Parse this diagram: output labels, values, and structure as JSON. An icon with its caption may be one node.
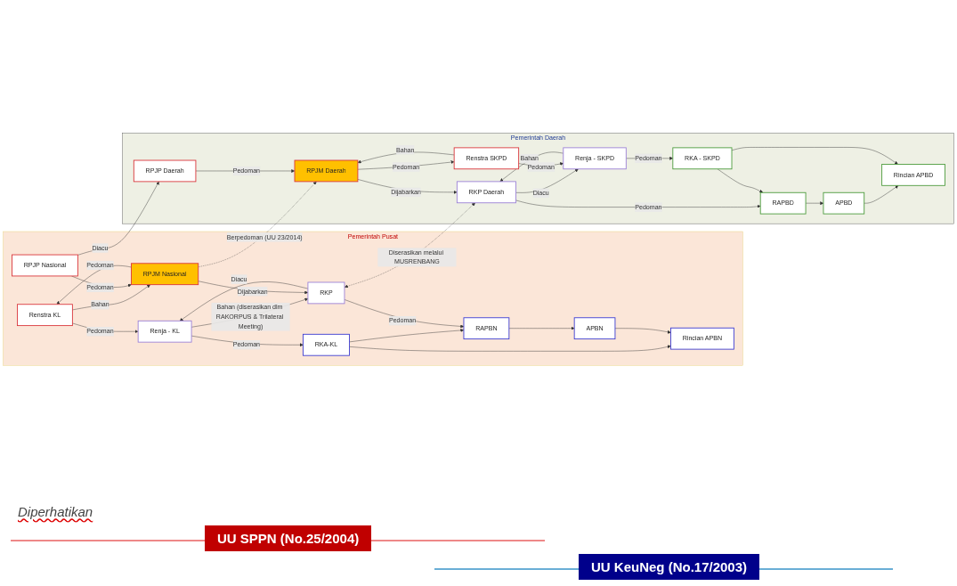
{
  "diagram": {
    "nodes": [
      {
        "text": [
          "Pemerintah Pusat"
        ]
      },
      {
        "text": [
          "Renstra KL"
        ],
        "in": 0
      },
      {
        "text": [
          "Renja - KL"
        ],
        "in": 0
      },
      {
        "text": [
          "RKA-KL"
        ],
        "in": 0
      },
      {
        "text": [
          "Rincian APBN"
        ],
        "in": 0
      },
      {
        "text": [
          "RPJP Nasional"
        ],
        "in": 0
      },
      {
        "text": [
          "RPJM Nasional"
        ],
        "in": 0
      },
      {
        "text": [
          "RKP"
        ],
        "in": 0
      },
      {
        "text": [
          "RAPBN"
        ],
        "in": 0
      },
      {
        "text": [
          "APBN"
        ],
        "in": 0
      },
      {
        "text": [
          "Pemerintah Daerah"
        ]
      },
      {
        "text": [
          "RPJP Daerah"
        ],
        "in": 10
      },
      {
        "text": [
          "RPJM Daerah"
        ],
        "in": 10
      },
      {
        "text": [
          "RKP Daerah"
        ],
        "in": 10
      },
      {
        "text": [
          "RAPBD"
        ],
        "in": 10
      },
      {
        "text": [
          "APBD"
        ],
        "in": 10
      },
      {
        "text": [
          "Renstra SKPD"
        ],
        "in": 10
      },
      {
        "text": [
          "Renja - SKPD"
        ],
        "in": 10
      },
      {
        "text": [
          "RKA - SKPD"
        ],
        "in": 10
      },
      {
        "text": [
          "Rincian APBD"
        ],
        "in": 10
      }
    ],
    "edges": [
      {
        "from": 1,
        "to": 2,
        "arrow": "to",
        "label": "Pedoman"
      },
      {
        "from": 2,
        "to": 3,
        "arrow": "to",
        "label": "Pedoman"
      },
      {
        "from": 3,
        "to": 4,
        "arrow": "to"
      },
      {
        "from": 6,
        "to": 1,
        "arrow": "to",
        "label": "Pedoman"
      },
      {
        "from": 1,
        "to": 6,
        "arrow": "to",
        "label": "Bahan"
      },
      {
        "from": 7,
        "to": 2,
        "arrow": "to",
        "label": "Diacu"
      },
      {
        "from": 2,
        "to": 7,
        "arrow": "to",
        "label": "Bahan (diserasikan dlm RAKORPUS & Trilateral Meeting)"
      },
      {
        "from": 3,
        "to": 8,
        "arrow": "to"
      },
      {
        "from": 9,
        "to": 4,
        "arrow": "to"
      },
      {
        "from": 5,
        "to": 6,
        "arrow": "to",
        "label": "Pedoman"
      },
      {
        "from": 6,
        "to": 7,
        "arrow": "to",
        "label": "Dijabarkan"
      },
      {
        "from": 7,
        "to": 8,
        "arrow": "to",
        "label": "Pedoman"
      },
      {
        "from": 8,
        "to": 9,
        "arrow": "to"
      },
      {
        "from": 5,
        "to": 11,
        "arrow": "to",
        "label": "Diacu"
      },
      {
        "from": 6,
        "to": 12,
        "arrow": "to",
        "label": "Berpedoman (UU 23/2014)",
        "style": "dashed"
      },
      {
        "from": 7,
        "to": 13,
        "arrow": "both",
        "label": "Diserasikan melalui MUSRENBANG",
        "style": "dashed"
      },
      {
        "from": 11,
        "to": 12,
        "arrow": "to",
        "label": "Pedoman"
      },
      {
        "from": 12,
        "to": 13,
        "arrow": "to",
        "label": "Dijabarkan"
      },
      {
        "from": 13,
        "to": 14,
        "arrow": "to",
        "label": "Pedoman"
      },
      {
        "from": 12,
        "to": 16,
        "arrow": "to",
        "label": "Pedoman"
      },
      {
        "from": 16,
        "to": 12,
        "arrow": "to",
        "label": "Bahan"
      },
      {
        "from": 13,
        "to": 17,
        "arrow": "to",
        "label": "Diacu"
      },
      {
        "from": 17,
        "to": 13,
        "arrow": "to",
        "label": "Bahan"
      },
      {
        "from": 16,
        "to": 17,
        "arrow": "to",
        "label": "Pedoman"
      },
      {
        "from": 17,
        "to": 18,
        "arrow": "to",
        "label": "Pedoman"
      },
      {
        "from": 18,
        "to": 14,
        "arrow": "to"
      },
      {
        "from": 14,
        "to": 15,
        "arrow": "to"
      },
      {
        "from": 15,
        "to": 19,
        "arrow": "to"
      },
      {
        "from": 18,
        "to": 19,
        "arrow": "to"
      }
    ],
    "labels": [
      "Diperhatikan",
      "UU SPPN (No.25/2004)",
      "UU KeuNeg (No.17/2003)"
    ]
  }
}
